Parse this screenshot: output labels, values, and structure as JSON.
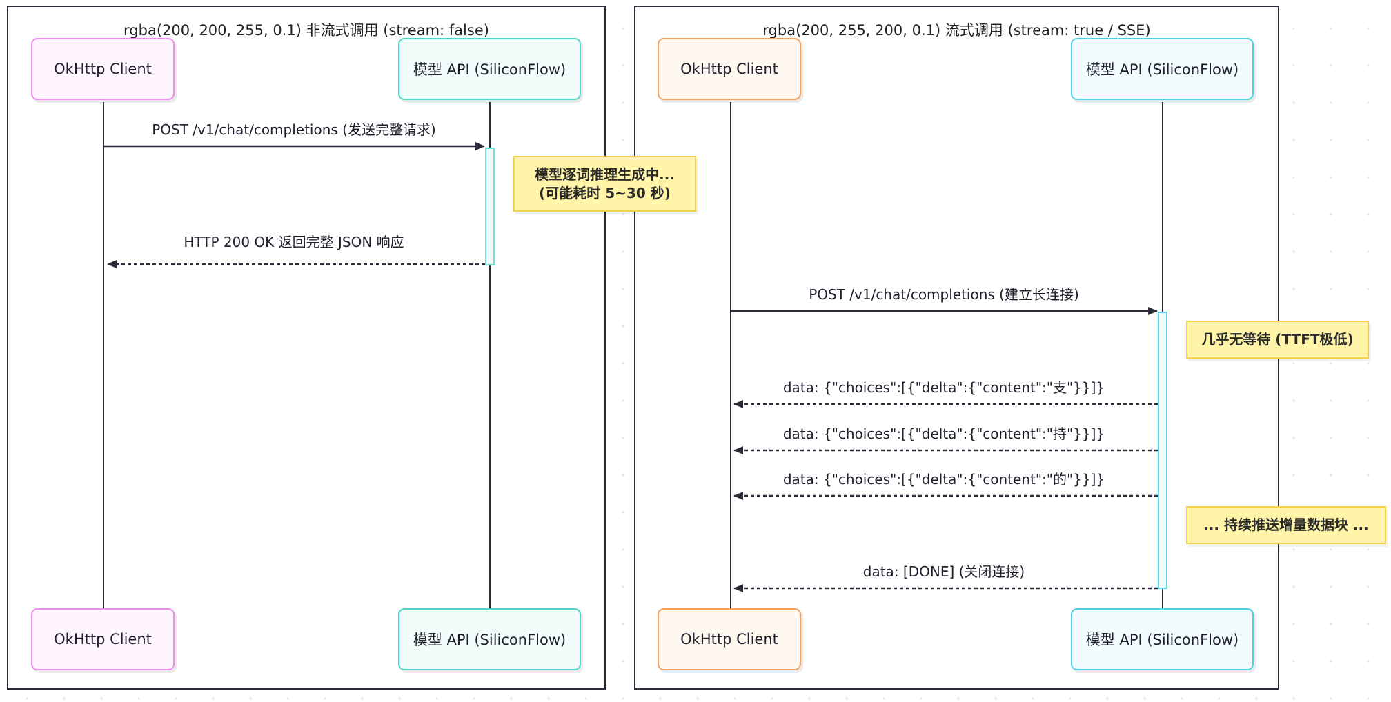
{
  "left_panel": {
    "title": "rgba(200, 200, 255, 0.1) 非流式调用 (stream: false)",
    "client": "OkHttp Client",
    "server": "模型 API (SiliconFlow)",
    "request_label": "POST /v1/chat/completions (发送完整请求)",
    "note_line1": "模型逐词推理生成中...",
    "note_line2": "(可能耗时 5~30 秒)",
    "response_label": "HTTP 200 OK 返回完整 JSON 响应"
  },
  "right_panel": {
    "title": "rgba(200, 255, 200, 0.1) 流式调用 (stream: true / SSE)",
    "client": "OkHttp Client",
    "server": "模型 API (SiliconFlow)",
    "request_label": "POST /v1/chat/completions (建立长连接)",
    "note_ttft": "几乎无等待 (TTFT极低)",
    "chunk1": "data: {\"choices\":[{\"delta\":{\"content\":\"支\"}}]}",
    "chunk2": "data: {\"choices\":[{\"delta\":{\"content\":\"持\"}}]}",
    "chunk3": "data: {\"choices\":[{\"delta\":{\"content\":\"的\"}}]}",
    "note_continue": "... 持续推送增量数据块 ...",
    "done_label": "data: [DONE] (关闭连接)"
  },
  "colors": {
    "left_client_border": "#f08cf0",
    "left_server_border": "#4fd6c6",
    "right_client_border": "#f5a05c",
    "right_server_border": "#48d4e6",
    "note_fill": "#fff4a8",
    "note_border": "#f2d24a"
  }
}
